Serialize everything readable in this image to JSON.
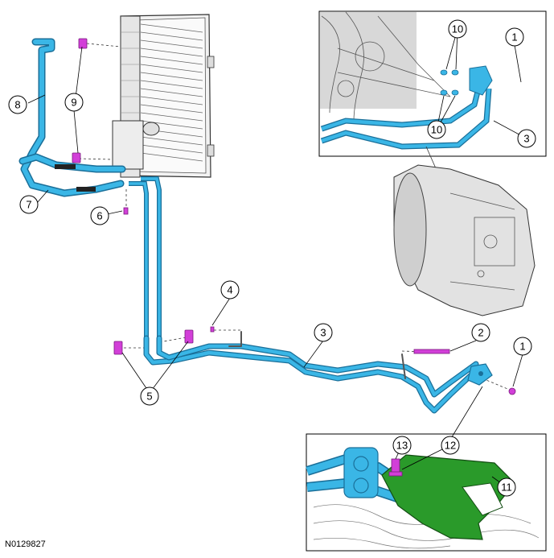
{
  "figure_id": "N0129827",
  "callouts": [
    {
      "label": "1"
    },
    {
      "label": "1"
    },
    {
      "label": "2"
    },
    {
      "label": "3"
    },
    {
      "label": "3"
    },
    {
      "label": "4"
    },
    {
      "label": "5"
    },
    {
      "label": "6"
    },
    {
      "label": "7"
    },
    {
      "label": "8"
    },
    {
      "label": "9"
    },
    {
      "label": "10"
    },
    {
      "label": "10"
    },
    {
      "label": "11"
    },
    {
      "label": "12"
    },
    {
      "label": "13"
    }
  ],
  "colors": {
    "tube": "#3ab6e6",
    "tube_dark": "#1a6f99",
    "fastener": "#d23fd8",
    "bracket": "#2a9a2a",
    "line_art": "#222222"
  }
}
